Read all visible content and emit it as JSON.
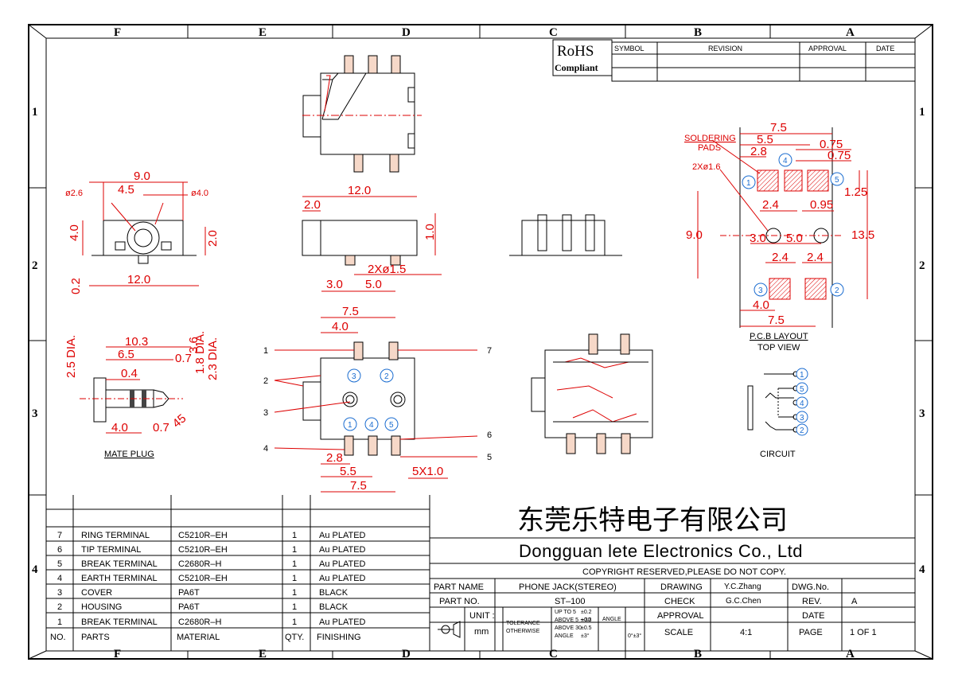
{
  "zones_top": [
    "F",
    "E",
    "D",
    "C",
    "B",
    "A"
  ],
  "zones_bottom": [
    "F",
    "E",
    "D",
    "C",
    "B",
    "A"
  ],
  "rows_left": [
    "1",
    "2",
    "3",
    "4"
  ],
  "rows_right": [
    "1",
    "2",
    "3",
    "4"
  ],
  "rohs": {
    "line1": "RoHS",
    "line2": "Compliant"
  },
  "revision_headers": {
    "symbol": "SYMBOL",
    "revision": "REVISION",
    "approval": "APPROVAL",
    "date": "DATE"
  },
  "front_view": {
    "dims": [
      "9.0",
      "4.5",
      "ø2.6",
      "ø4.0",
      "4.0",
      "2.0",
      "0.2",
      "12.0"
    ]
  },
  "side_view": {
    "dims": [
      "12.0",
      "2.0",
      "1.0",
      "2Xø1.5",
      "3.0",
      "5.0"
    ]
  },
  "mate_plug": {
    "label": "MATE PLUG",
    "dims": [
      "10.3",
      "6.5",
      "0.4",
      "0.7",
      "2.5 DIA.",
      "1.8 DIA.",
      "2.3 DIA.",
      "3.6",
      "4.0",
      "0.7",
      "45"
    ]
  },
  "bottom_view": {
    "dims": [
      "7.5",
      "4.0",
      "2.8",
      "5.5",
      "7.5",
      "5X1.0"
    ],
    "leaders": [
      "1",
      "2",
      "3",
      "4",
      "5",
      "6",
      "7"
    ],
    "pins": [
      "1",
      "2",
      "3",
      "4",
      "5"
    ]
  },
  "pcb": {
    "soldering": "SOLDERING",
    "pads": "PADS",
    "hole": "2Xø1.6",
    "caption": "P.C.B  LAYOUT",
    "subcaption": "TOP VIEW",
    "dims": [
      "7.5",
      "5.5",
      "2.8",
      "0.75",
      "0.75",
      "1.25",
      "2.4",
      "0.95",
      "9.0",
      "3.0",
      "5.0",
      "13.5",
      "2.4",
      "2.4",
      "4.0",
      "7.5"
    ],
    "pins": [
      "1",
      "2",
      "3",
      "4",
      "5"
    ]
  },
  "circuit": {
    "label": "CIRCUIT",
    "pins": [
      "1",
      "5",
      "4",
      "3",
      "2"
    ]
  },
  "bom": {
    "header": {
      "no": "NO.",
      "parts": "PARTS",
      "material": "MATERIAL",
      "qty": "QTY.",
      "finishing": "FINISHING"
    },
    "rows": [
      {
        "no": "7",
        "part": "RING  TERMINAL",
        "material": "C5210R–EH",
        "qty": "1",
        "finish": "Au  PLATED"
      },
      {
        "no": "6",
        "part": "TIP  TERMINAL",
        "material": "C5210R–EH",
        "qty": "1",
        "finish": "Au  PLATED"
      },
      {
        "no": "5",
        "part": "BREAK  TERMINAL",
        "material": "C2680R–H",
        "qty": "1",
        "finish": "Au  PLATED"
      },
      {
        "no": "4",
        "part": "EARTH  TERMINAL",
        "material": "C5210R–EH",
        "qty": "1",
        "finish": "Au  PLATED"
      },
      {
        "no": "3",
        "part": "COVER",
        "material": "PA6T",
        "qty": "1",
        "finish": "BLACK"
      },
      {
        "no": "2",
        "part": "HOUSING",
        "material": "PA6T",
        "qty": "1",
        "finish": "BLACK"
      },
      {
        "no": "1",
        "part": "BREAK  TERMINAL",
        "material": "C2680R–H",
        "qty": "1",
        "finish": "Au  PLATED"
      }
    ]
  },
  "title_block": {
    "company_cn": "东莞乐特电子有限公司",
    "company_en": "Dongguan  lete  Electronics  Co.,  Ltd",
    "copyright": "COPYRIGHT  RESERVED,PLEASE  DO  NOT  COPY.",
    "part_name_label": "PART  NAME",
    "part_name": "PHONE  JACK(STEREO)",
    "part_no_label": "PART  NO.",
    "part_no": "ST–100",
    "unit_label": "UNIT :",
    "unit": "mm",
    "tolerance": "TOLERANCE",
    "otherwise": "OTHERWISE",
    "tol_rows": [
      {
        "range": "UP TO 5",
        "val": "±0.2"
      },
      {
        "range": "ABOVE 5 ∼30",
        "val": "±0.3"
      },
      {
        "range": "ABOVE 30",
        "val": "±0.5"
      },
      {
        "range": "ANGLE",
        "val": "±3°"
      }
    ],
    "angle_label": "ANGLE",
    "angle_val": "0°±3°",
    "drawing_label": "DRAWING",
    "drawing": "Y.C.Zhang",
    "check_label": "CHECK",
    "check": "G.C.Chen",
    "approval_label": "APPROVAL",
    "scale_label": "SCALE",
    "scale": "4:1",
    "dwgno_label": "DWG.No.",
    "rev_label": "REV.",
    "rev": "A",
    "date_label": "DATE",
    "page_label": "PAGE",
    "page": "1  OF  1"
  }
}
